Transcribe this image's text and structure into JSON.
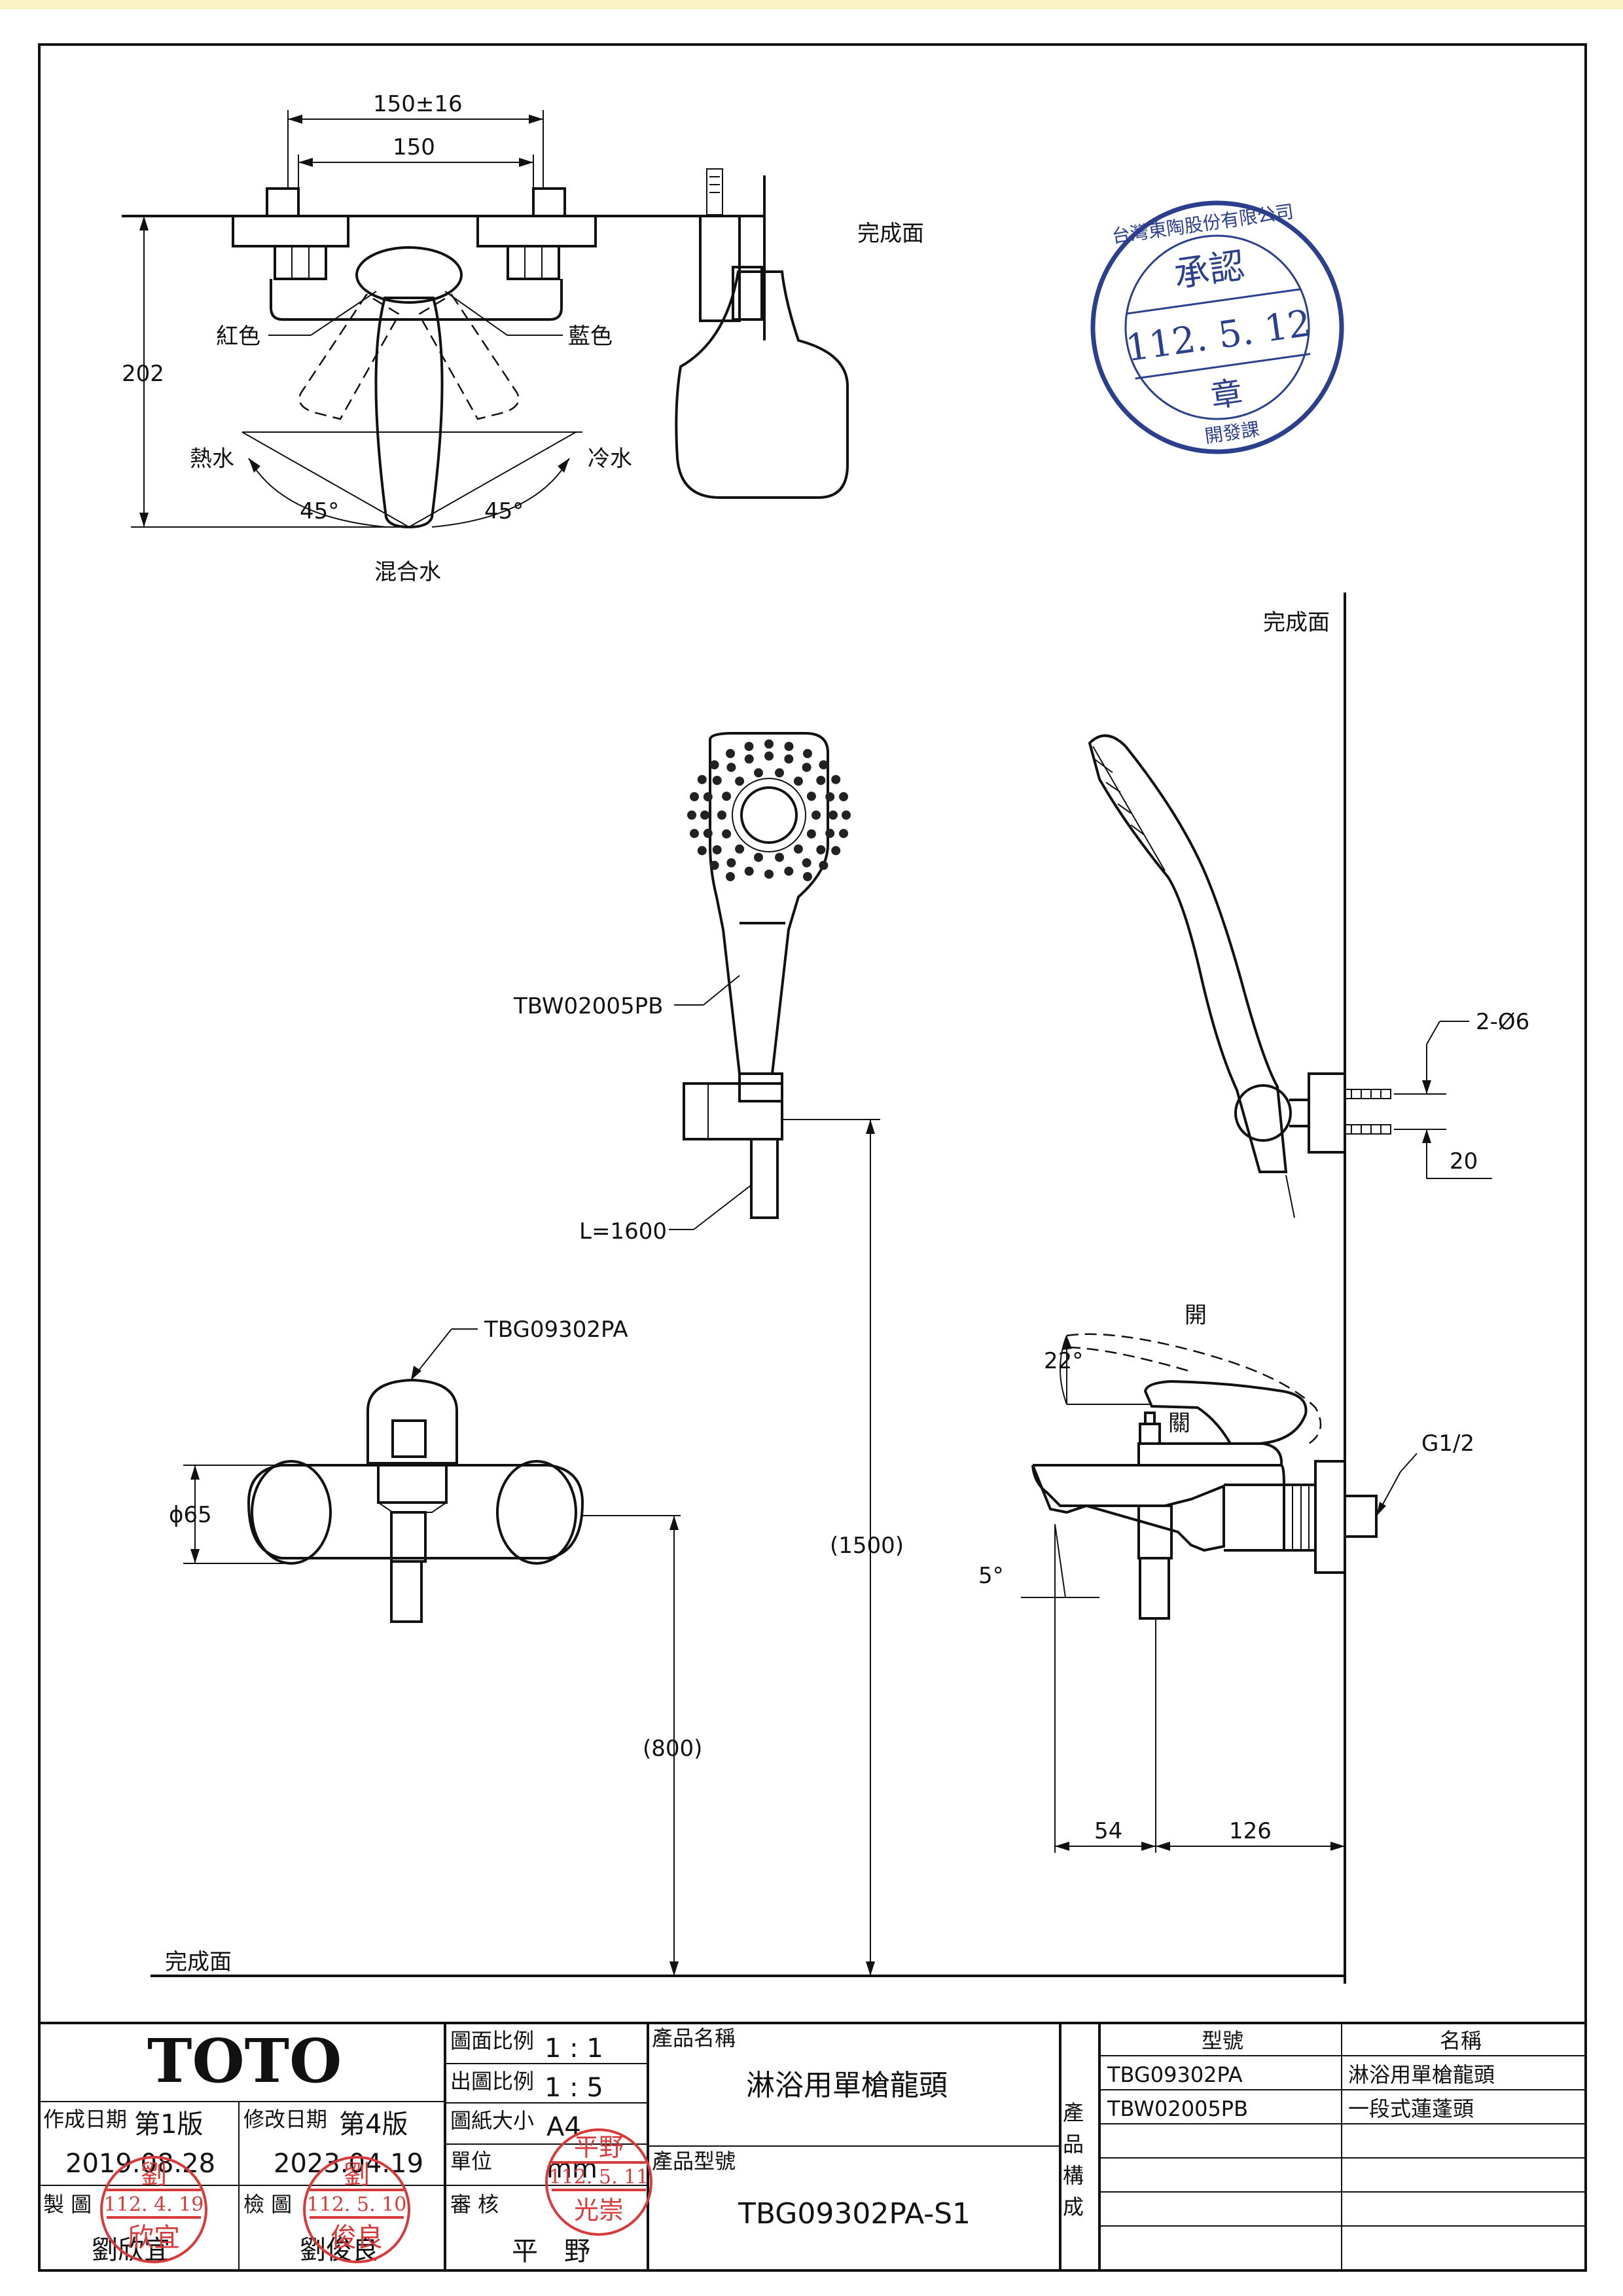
{
  "drawing": {
    "top_view": {
      "dim_outer": "150±16",
      "dim_inner": "150",
      "height": "202",
      "finish_surface": "完成面",
      "red_label": "紅色",
      "blue_label": "藍色",
      "hot_water": "熱水",
      "cold_water": "冷水",
      "angle_left": "45°",
      "angle_right": "45°",
      "mixed_water": "混合水"
    },
    "shower": {
      "finish_surface": "完成面",
      "hand_shower_model": "TBW02005PB",
      "hose_length": "L=1600",
      "bolt_label": "2-Ø6",
      "bolt_spacing": "20"
    },
    "mixer_front": {
      "model": "TBG09302PA",
      "diameter": "ϕ65",
      "height_1500": "(1500)",
      "height_800": "(800)",
      "finish_surface": "完成面"
    },
    "mixer_side": {
      "open_label": "開",
      "close_label": "關",
      "angle_lever": "22°",
      "angle_spout": "5°",
      "thread": "G1/2",
      "dim_54": "54",
      "dim_126": "126"
    }
  },
  "approval_stamp": {
    "company": "台灣東陶股份有限公司",
    "approval": "承認",
    "date": "112. 5. 12",
    "seal": "章",
    "department": "開發課"
  },
  "title_block": {
    "brand": "TOTO",
    "created_label": "作成日期",
    "edition_first": "第1版",
    "created_date": "2019.08.28",
    "revised_label": "修改日期",
    "edition_fourth": "第4版",
    "revised_date": "2023.04.19",
    "drawn_label": "製 圖",
    "drawn_by": "劉欣宜",
    "checked_label": "檢 圖",
    "checked_by": "劉俊良",
    "scale_label": "圖面比例",
    "scale_value": "1 : 1",
    "print_scale_label": "出圖比例",
    "print_scale_value": "1 : 5",
    "paper_label": "圖紙大小",
    "paper_value": "A4",
    "unit_label": "單位",
    "unit_value": "mm",
    "review_label": "審 核",
    "reviewer": "平　野",
    "product_name_label": "產品名稱",
    "product_name": "淋浴用單槍龍頭",
    "product_model_label": "產品型號",
    "product_model": "TBG09302PA-S1",
    "composition_label": "產品構成",
    "col_model": "型號",
    "col_name": "名稱",
    "components": [
      {
        "model": "TBG09302PA",
        "name": "淋浴用單槍龍頭"
      },
      {
        "model": "TBW02005PB",
        "name": "一段式蓮蓬頭"
      },
      {
        "model": "",
        "name": ""
      },
      {
        "model": "",
        "name": ""
      },
      {
        "model": "",
        "name": ""
      }
    ]
  },
  "signature_stamps": {
    "drawn": {
      "top": "劉",
      "date": "112. 4. 19",
      "bottom": "欣宜"
    },
    "checked": {
      "top": "劉",
      "date": "112. 5. 10",
      "bottom": "俊良"
    },
    "reviewed": {
      "top": "平野",
      "date": "112. 5. 11",
      "bottom": "光崇"
    }
  }
}
